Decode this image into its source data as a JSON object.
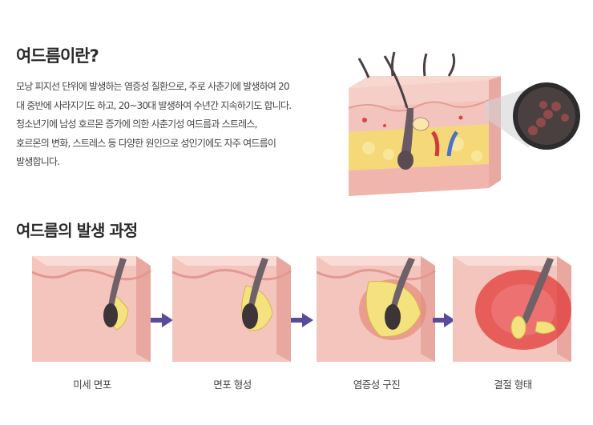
{
  "section1": {
    "title": "여드름이란?",
    "lines": [
      "모낭 피지선 단위에 발생하는 염증성 질환으로, 주로 사춘기에 발생하여 20",
      "대 중반에 사라지기도 하고, 20~30대 발생하여 수년간 지속하기도 합니다.",
      "청소년기에 남성 호르몬 증가에 의한 사춘기성 여드름과 스트레스,",
      "호르몬의 변화, 스트레스 등 다양한 원인으로 성인기에도 자주 여드름이",
      "발생합니다."
    ]
  },
  "section2": {
    "title": "여드름의 발생 과정",
    "stages": [
      {
        "label": "미세 면포"
      },
      {
        "label": "면포 형성"
      },
      {
        "label": "염증성 구진"
      },
      {
        "label": "결절 형태"
      }
    ]
  },
  "colors": {
    "arrow": "#5b4a9c",
    "skin": "#f4c9c3",
    "skin_dark": "#e8a79f",
    "sebum": "#f2e27a",
    "inflamed": "#e23a3a"
  }
}
